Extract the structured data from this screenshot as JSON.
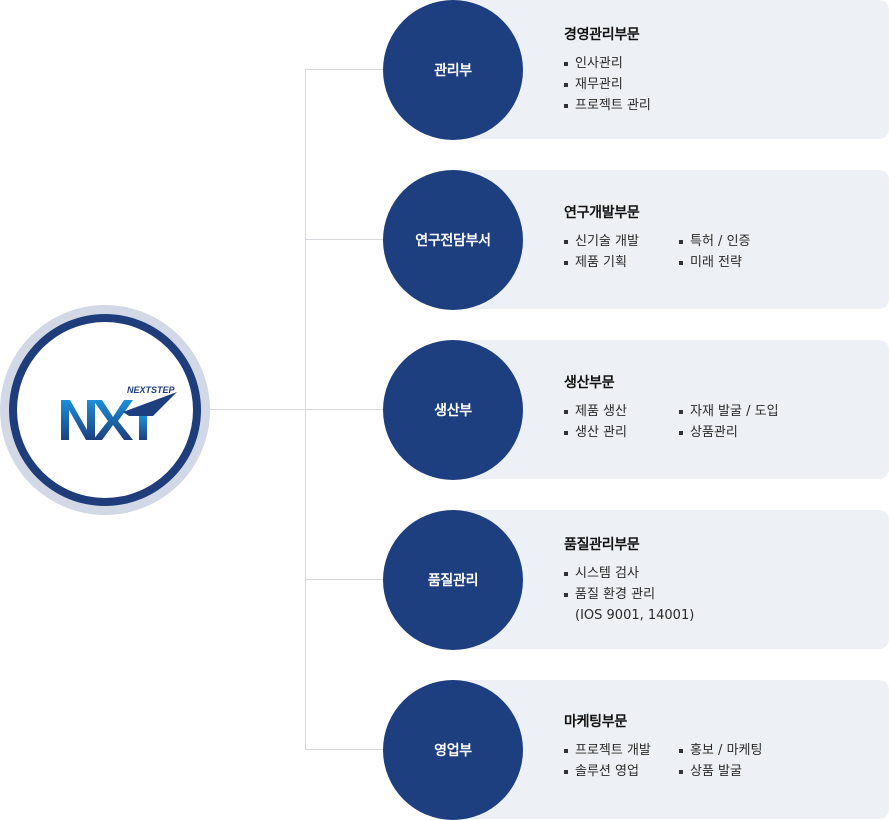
{
  "logo": {
    "text": "NXT",
    "subtitle": "NEXTSTEP",
    "colors": {
      "primary": "#1e3f7f",
      "accent": "#1a8fd8"
    }
  },
  "colors": {
    "dept_circle": "#1e3f7f",
    "panel_bg": "#edf0f5",
    "connector": "#d6d8dd"
  },
  "departments": [
    {
      "name": "관리부",
      "title": "경영관리부문",
      "col1": [
        "인사관리",
        "재무관리",
        "프로젝트 관리"
      ],
      "col2": []
    },
    {
      "name": "연구전담부서",
      "title": "연구개발부문",
      "col1": [
        "신기술 개발",
        "제품 기획"
      ],
      "col2": [
        "특허 / 인증",
        "미래 전략"
      ]
    },
    {
      "name": "생산부",
      "title": "생산부문",
      "col1": [
        "제품 생산",
        "생산 관리"
      ],
      "col2": [
        "자재 발굴 / 도입",
        "상품관리"
      ]
    },
    {
      "name": "품질관리",
      "title": "품질관리부문",
      "col1": [
        "시스템 검사",
        "품질 환경 관리"
      ],
      "col1_cont": "(IOS 9001, 14001)",
      "col2": []
    },
    {
      "name": "영업부",
      "title": "마케팅부문",
      "col1": [
        "프로젝트 개발",
        "솔루션 영업"
      ],
      "col2": [
        "홍보 / 마케팅",
        "상품 발굴"
      ]
    }
  ]
}
